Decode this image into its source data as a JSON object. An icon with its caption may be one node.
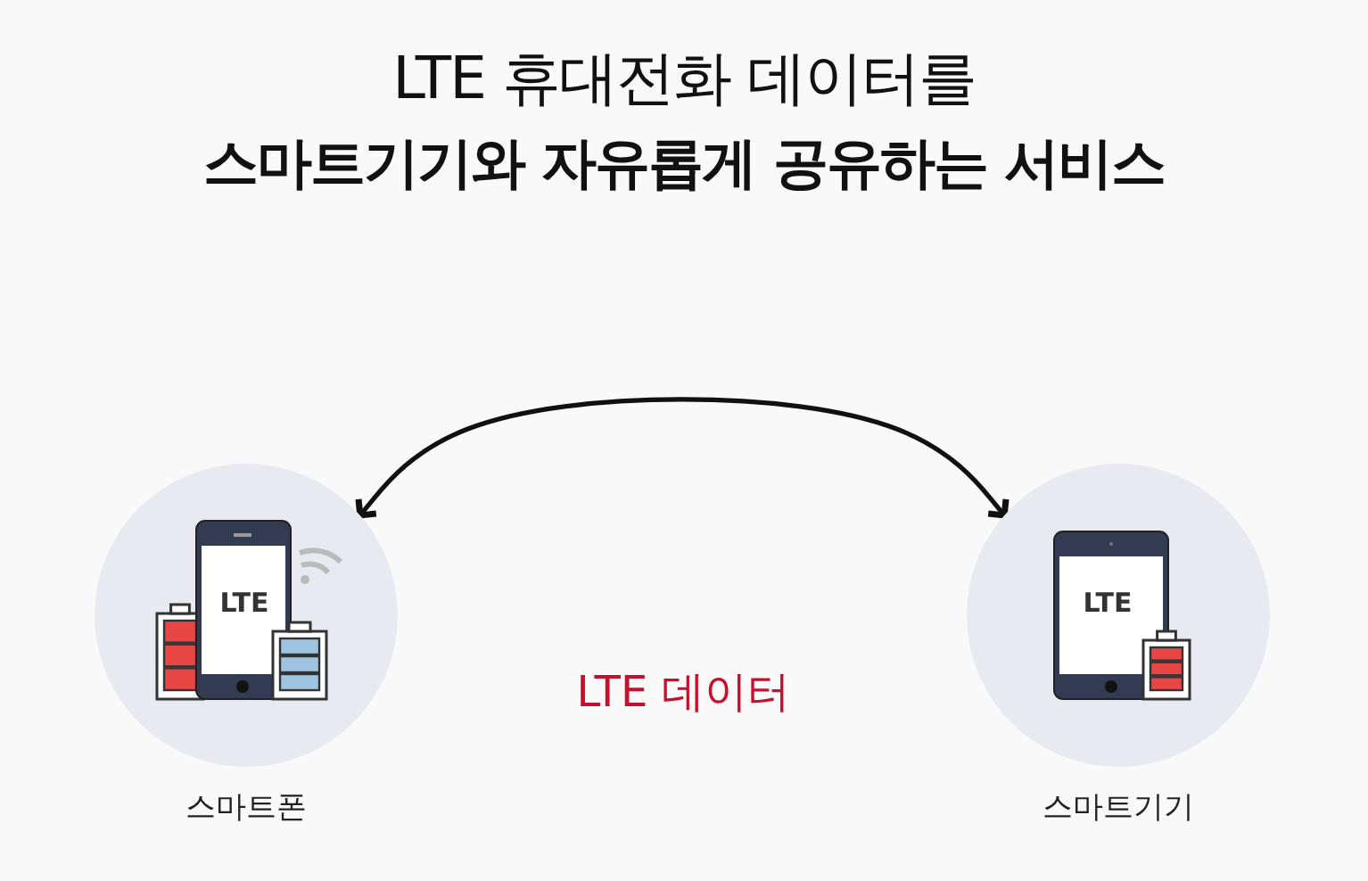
{
  "diagram": {
    "title": "LTE 휴대전화 데이터를 **스마트기기와 자유롭게 공유하는 서비스**",
    "nodes": [
      {
        "text": [
          "LTE"
        ],
        "beside": [
          "스마트폰"
        ]
      },
      {
        "text": [
          "LTE"
        ],
        "beside": [
          "스마트기기"
        ]
      }
    ],
    "edges": [
      {
        "from": 0,
        "to": 1,
        "arrow": "both"
      }
    ],
    "labels": [
      "LTE 데이터"
    ]
  }
}
